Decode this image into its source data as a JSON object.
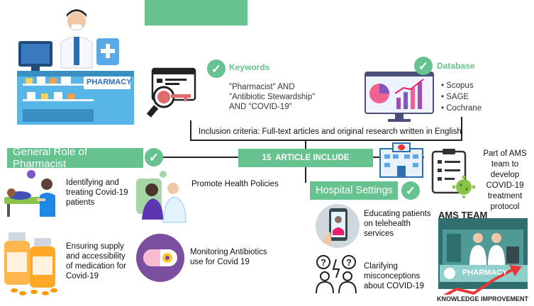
{
  "colors": {
    "accent_green": "#66c28e",
    "line": "#222222",
    "red_arrow": "#e53935",
    "dark_teal": "#2f6f6f"
  },
  "keywords": {
    "title": "Keywords",
    "text": [
      "\"Pharmacist\" AND",
      "\"Antibiotic Stewardship\"",
      "AND \"COVID-19\""
    ]
  },
  "database": {
    "title": "Database",
    "items": [
      "Scopus",
      "SAGE",
      "Cochrane"
    ]
  },
  "pharmacy_sign": "PHARMACY",
  "inclusion": "Inclusion criteria: Full-text articles and original research written in English",
  "center_banner": "15  ARTICLE INCLUDE",
  "general_role": {
    "title": "General Role of Pharmacist",
    "items": [
      [
        "Identifying and",
        "treating Covid-19",
        "patients"
      ],
      [
        "Promote Health Policies"
      ],
      [
        "Ensuring supply",
        "and accessibility",
        "of medication for",
        "Covid-19"
      ],
      [
        "Monitoring Antibiotics",
        "use for Covid 19"
      ]
    ]
  },
  "hospital": {
    "title": "Hospital Settings",
    "items": [
      [
        "Educating patients",
        "on telehealth",
        "services"
      ],
      [
        "Clarifying",
        "misconceptions",
        "about COVID-19"
      ]
    ]
  },
  "ams": {
    "text": [
      "Part of AMS",
      "team to develop",
      "COVID-19",
      "treatment",
      "protocol"
    ],
    "team_label": "AMS TEAM",
    "pharmacy_label": "PHARMACY",
    "knowledge_label": "KNOWLEDGE IMPROVEMENT"
  },
  "icons": [
    "pharmacist-icon",
    "search-key-icon",
    "analytics-monitor-icon",
    "hospital-icon",
    "clipboard-virus-icon",
    "patient-care-icon",
    "health-policy-icon",
    "medicine-bottles-icon",
    "antibiotic-pill-icon",
    "telehealth-phone-icon",
    "misconception-people-icon",
    "ams-team-pharmacy-icon"
  ]
}
